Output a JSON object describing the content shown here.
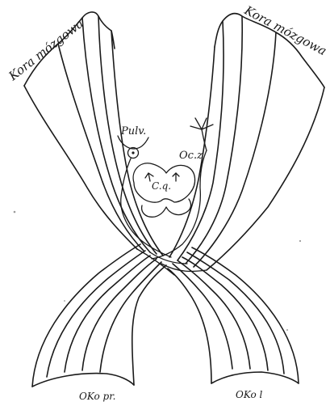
{
  "labels": {
    "cortex_left": "Kora mózgowa",
    "cortex_right": "Kora mózgowa",
    "pulvinar": "Pulv.",
    "oculomotor_center": "Oc.z",
    "corpora_quadrigemina": "C.q.",
    "eye_right": "OKo pr.",
    "eye_left": "OKo l"
  },
  "colors": {
    "ink": "#1a1a1a",
    "paper": "#ffffff"
  }
}
